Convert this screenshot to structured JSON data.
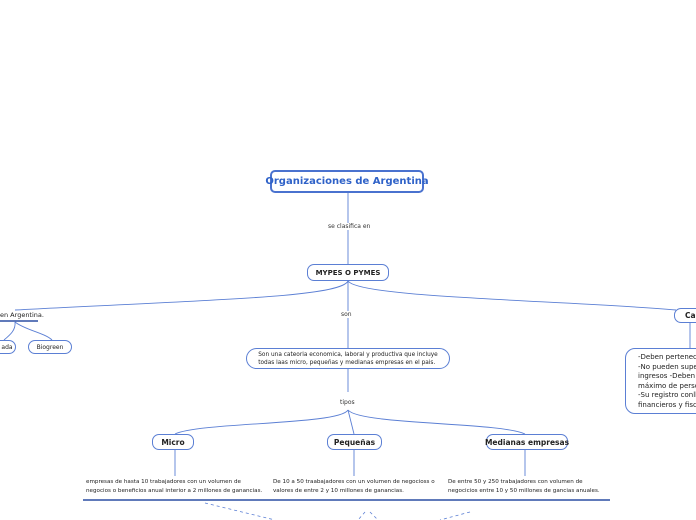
{
  "root": {
    "title": "Organizaciones de Argentina"
  },
  "links": {
    "clasifica": "se clasifica en",
    "son": "son",
    "tipos": "tipos"
  },
  "mypes": "MYPES O PYMES",
  "left": {
    "title": "en Argentina.",
    "chip1": "ada",
    "chip2": "Biogreen"
  },
  "right": {
    "title": "Car",
    "text": [
      "-Deben pertenece",
      "-No pueden supe",
      "ingresos -Deben",
      "máximo de perso",
      " -Su registro conll",
      "financieros y fisca"
    ]
  },
  "definition": [
    "Son una cateoria economica, laboral y productiva que incluye",
    "todas laas micro, pequeñas y medianas empresas en el pais."
  ],
  "types": [
    {
      "name": "Micro",
      "desc": [
        "empresas de hasta 10 trabajadores con un volumen de",
        "negocios o beneficios anual interior a 2 millones de ganancias."
      ]
    },
    {
      "name": "Pequeñas",
      "desc": [
        "De 10 a 50 traabajadores con un volumen de negocioss o",
        "valores de entre 2 y 10 millones de ganancias."
      ]
    },
    {
      "name": "Medianas empresas",
      "desc": [
        "De entre 50 y 250 trabajadores con volumen de",
        "negocicios entre 10 y 50 millones de gancias anuales."
      ]
    }
  ],
  "colors": {
    "line": "#5b7fd4",
    "root_text": "#2f62c8",
    "underline": "#2c4fa3"
  }
}
